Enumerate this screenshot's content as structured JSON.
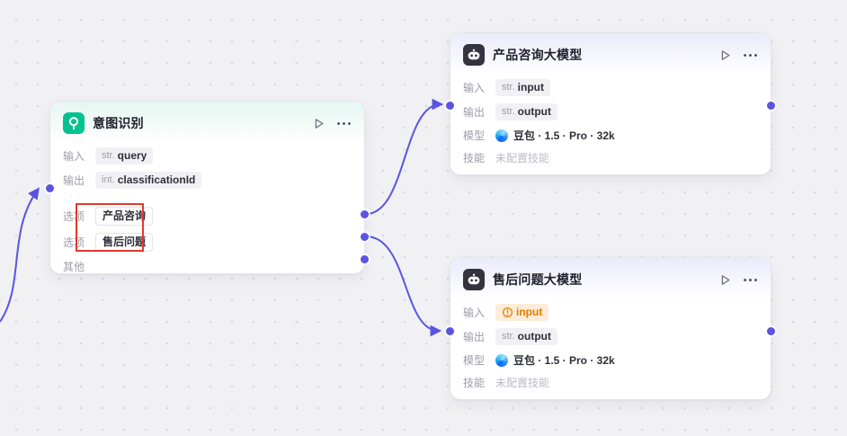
{
  "canvas": {
    "background": "#f1f1f4"
  },
  "colors": {
    "wire": "#5a55e0",
    "port": "#5a55e0",
    "annotation": "#e1392b",
    "intent_icon_bg": "#00c291",
    "llm_icon_bg": "#34333e",
    "warning": "#e08600"
  },
  "intent": {
    "title": "意图识别",
    "input_label": "输入",
    "input_type": "str.",
    "input_value": "query",
    "output_label": "输出",
    "output_type": "int.",
    "output_value": "classificationId",
    "option1_label": "选项",
    "option1_value": "产品咨询",
    "option2_label": "选项",
    "option2_value": "售后问题",
    "other_label": "其他"
  },
  "llm_top": {
    "title": "产品咨询大模型",
    "input_label": "输入",
    "input_type": "str.",
    "input_value": "input",
    "output_label": "输出",
    "output_type": "str.",
    "output_value": "output",
    "model_label": "模型",
    "model_value": "豆包 · 1.5 · Pro · 32k",
    "skill_label": "技能",
    "skill_value": "未配置技能"
  },
  "llm_bottom": {
    "title": "售后问题大模型",
    "input_label": "输入",
    "input_value": "input",
    "output_label": "输出",
    "output_type": "str.",
    "output_value": "output",
    "model_label": "模型",
    "model_value": "豆包 · 1.5 · Pro · 32k",
    "skill_label": "技能",
    "skill_value": "未配置技能"
  }
}
